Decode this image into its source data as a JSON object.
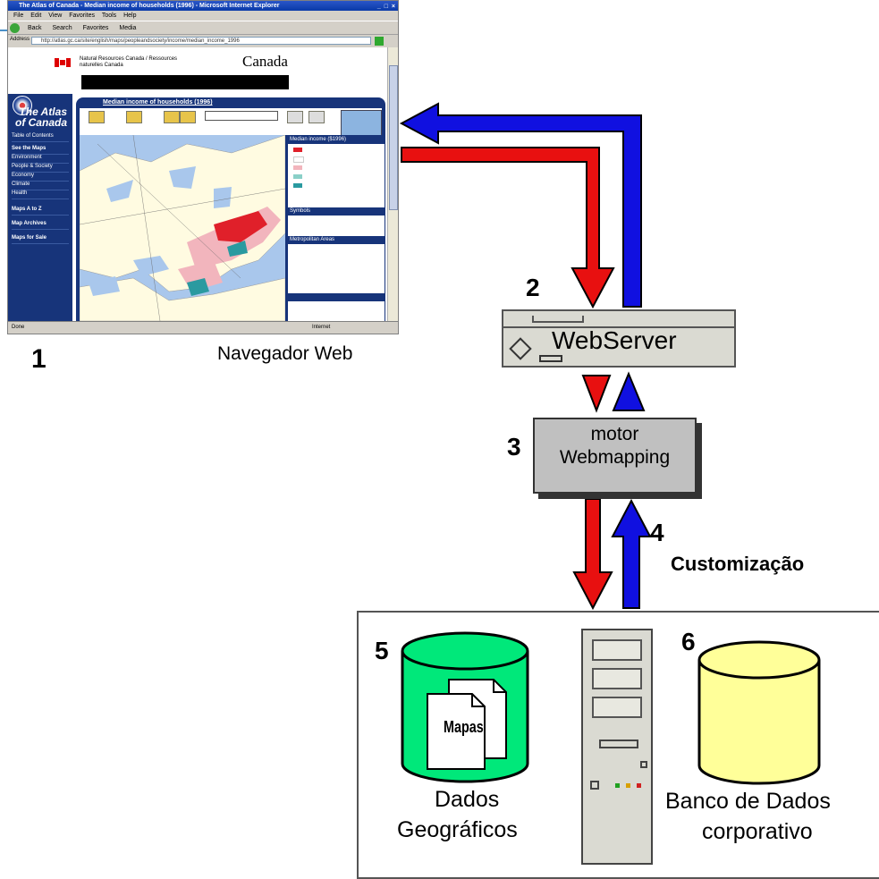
{
  "browser": {
    "title": "The Atlas of Canada - Median income of households (1996) - Microsoft Internet Explorer",
    "window_controls": "_ □ ×",
    "menu": "File Edit View Favorites Tools Help",
    "toolbar": "Back Search Favorites Media",
    "address_label": "Address",
    "address": "http://atlas.gc.ca/site/english/maps/peopleandsociety/income/median_income_1996",
    "gov_text": "Natural Resources Canada / Ressources naturelles Canada",
    "canada_wordmark": "Canada",
    "map_title": "Median income of households (1996)",
    "atlas_logo": "The Atlas of Canada",
    "side_items": [
      "Table of Contents",
      "See the Maps",
      "Environment",
      "People & Society",
      "Economy",
      "Climate",
      "Health",
      "Maps A to Z",
      "Map Archives",
      "Maps for Sale"
    ],
    "legend_title": "Median income ($1996)",
    "legend_title2": "Symbols",
    "legend_title3": "Metropolitan Areas",
    "status_left": "Done",
    "status_right": "Internet"
  },
  "labels": {
    "n1": "1",
    "n2": "2",
    "n3": "3",
    "n4": "4",
    "n5": "5",
    "n6": "6",
    "navegador": "Navegador Web",
    "webserver": "WebServer",
    "motor_line1": "motor",
    "motor_line2": "Webmapping",
    "customizacao": "Customização",
    "mapas": "Mapas",
    "dados_line1": "Dados",
    "dados_line2": "Geográficos",
    "banco_line1": "Banco de Dados",
    "banco_line2": "corporativo"
  },
  "colors": {
    "request_arrow": "#e81010",
    "response_arrow": "#1010e0",
    "geo_db": "#00e87a",
    "corp_db": "#ffff99"
  }
}
